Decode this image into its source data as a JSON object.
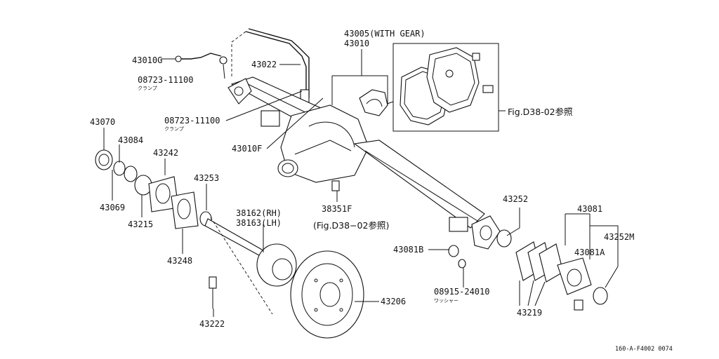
{
  "labels": {
    "p43005": "43005(WITH GEAR)",
    "p43010": "43010",
    "p43010G": "43010G",
    "clamp1_code": "08723-11100",
    "clamp1_kana": "クランプ",
    "p43022": "43022",
    "clamp2_code": "08723-11100",
    "clamp2_kana": "クランプ",
    "p43010F": "43010F",
    "fig_ref_1": "Fig.D38-02参照",
    "p43070": "43070",
    "p43084": "43084",
    "p43242": "43242",
    "p43069": "43069",
    "p43215": "43215",
    "p43253": "43253",
    "p38162": "38162(RH)",
    "p38163": "38163(LH)",
    "p38351F": "38351F",
    "fig_ref_2": "(Fig.D38−02参照)",
    "p43248": "43248",
    "p43252": "43252",
    "p43081": "43081",
    "p43252M": "43252M",
    "p43081B": "43081B",
    "p43081A": "43081A",
    "washer_code": "08915-24010",
    "washer_kana": "ワッシャー",
    "p43206": "43206",
    "p43219": "43219",
    "p43222": "43222",
    "diagram_code": "160-A-F4002 0074"
  }
}
